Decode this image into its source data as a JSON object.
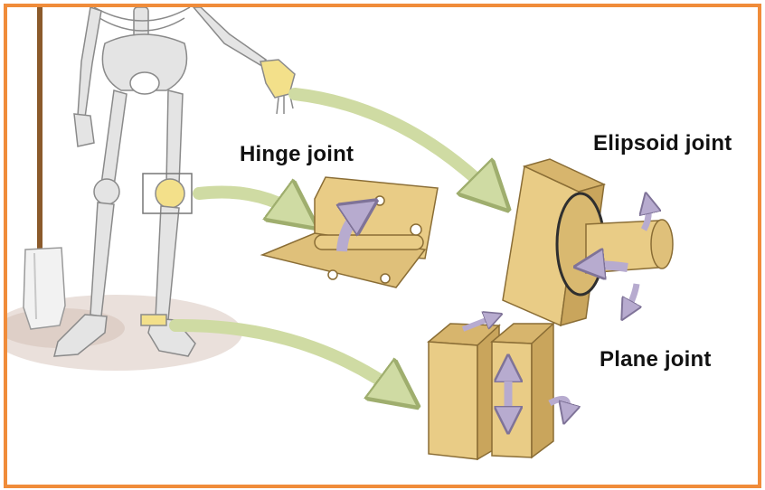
{
  "labels": {
    "hinge": "Hinge joint",
    "ellipsoid": "Elipsoid joint",
    "plane": "Plane joint"
  },
  "colors": {
    "frame": "#f08c3a",
    "bone": "#e4e4e4",
    "bone_outline": "#8a8a8a",
    "joint_highlight": "#f3e08a",
    "block": "#e9cc86",
    "block_side": "#c9a55c",
    "arrow_green": "#cfdba3",
    "arrow_purple": "#b7abcf",
    "shovel": "#8b5a2b"
  },
  "icons": [
    "skeleton-figure",
    "shovel",
    "hinge-joint-model",
    "ellipsoid-joint-model",
    "plane-joint-model"
  ]
}
